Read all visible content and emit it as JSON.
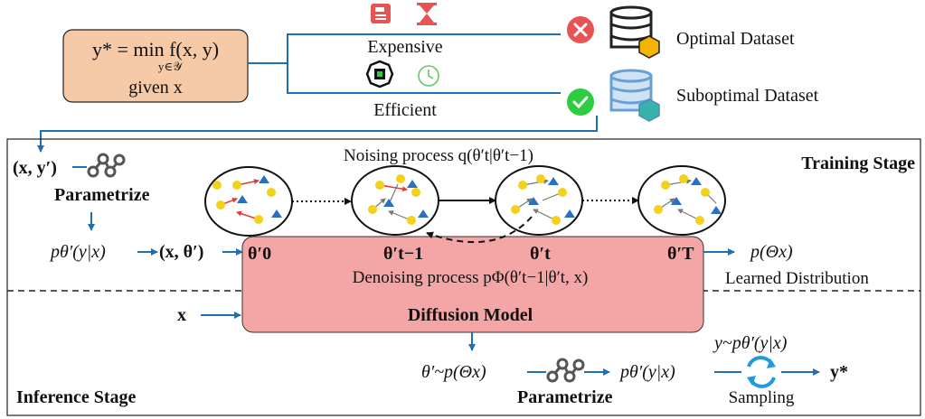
{
  "objective": {
    "equation": "y* = min f(x, y)",
    "constraint": "y∈𝒴",
    "given": "given x"
  },
  "branches": {
    "expensive_label": "Expensive",
    "efficient_label": "Efficient",
    "optimal_dataset": "Optimal Dataset",
    "suboptimal_dataset": "Suboptimal Dataset"
  },
  "training": {
    "stage_label": "Training Stage",
    "pair": "(x, y′)",
    "parametrize": "Parametrize",
    "likelihood": "pθ′(y|x)",
    "tuple": "(x, θ′)",
    "noising_process": "Noising process q(θ′t|θ′t−1)",
    "theta_0": "θ′0",
    "theta_t_minus_1": "θ′t−1",
    "theta_t": "θ′t",
    "theta_T": "θ′T",
    "output_distribution": "p(Θx)",
    "learned_distribution": "Learned Distribution",
    "denoising_process": "Denoising process pΦ(θ′t−1|θ′t, x)"
  },
  "model": {
    "name": "Diffusion Model"
  },
  "inference": {
    "stage_label": "Inference Stage",
    "input": "x",
    "sample_theta": "θ′~p(Θx)",
    "parametrize": "Parametrize",
    "likelihood": "pθ′(y|x)",
    "sample_y": "y~pθ′(y|x)",
    "sampling": "Sampling",
    "result": "y*"
  },
  "colors": {
    "arrow_blue": "#1f6fb5",
    "objective_fill": "#f6c9a7",
    "model_fill": "#f4a6a6",
    "node_yellow": "#f2d21a",
    "node_blue": "#2a6fc0",
    "edge_red": "#e53935",
    "status_red": "#e85454",
    "status_green": "#2ecc40"
  }
}
